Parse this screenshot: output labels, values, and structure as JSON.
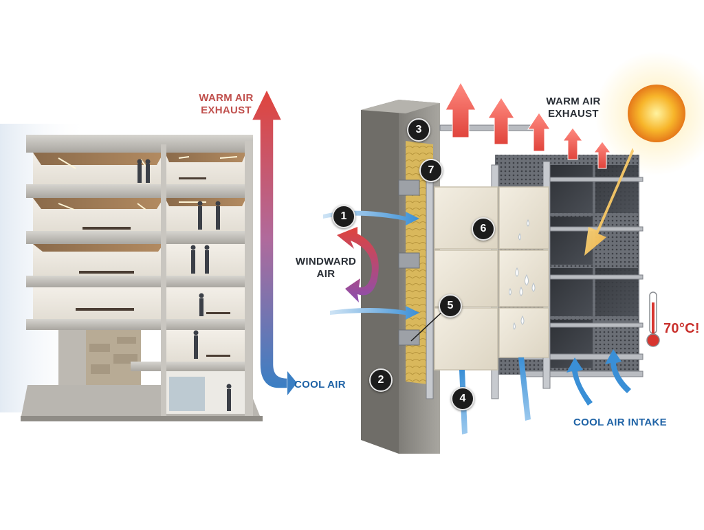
{
  "left_diagram": {
    "warm_air_label_line1": "WARM AIR",
    "warm_air_label_line2": "EXHAUST",
    "cool_air_label": "COOL AIR"
  },
  "right_diagram": {
    "warm_air_label_line1": "WARM AIR",
    "warm_air_label_line2": "EXHAUST",
    "windward_label_line1": "WINDWARD",
    "windward_label_line2": "AIR",
    "cool_air_intake_label": "COOL AIR INTAKE",
    "temperature_label": "70°C!",
    "callouts": [
      "1",
      "2",
      "3",
      "4",
      "5",
      "6",
      "7"
    ]
  },
  "colors": {
    "warm": "#c0504d",
    "cool": "#1f63a6",
    "concrete": "#8e8c87",
    "insulation": "#d9b85c",
    "panel_light": "#ece6d6",
    "panel_dark": "#3a3d42",
    "sun": "#f5a623"
  }
}
